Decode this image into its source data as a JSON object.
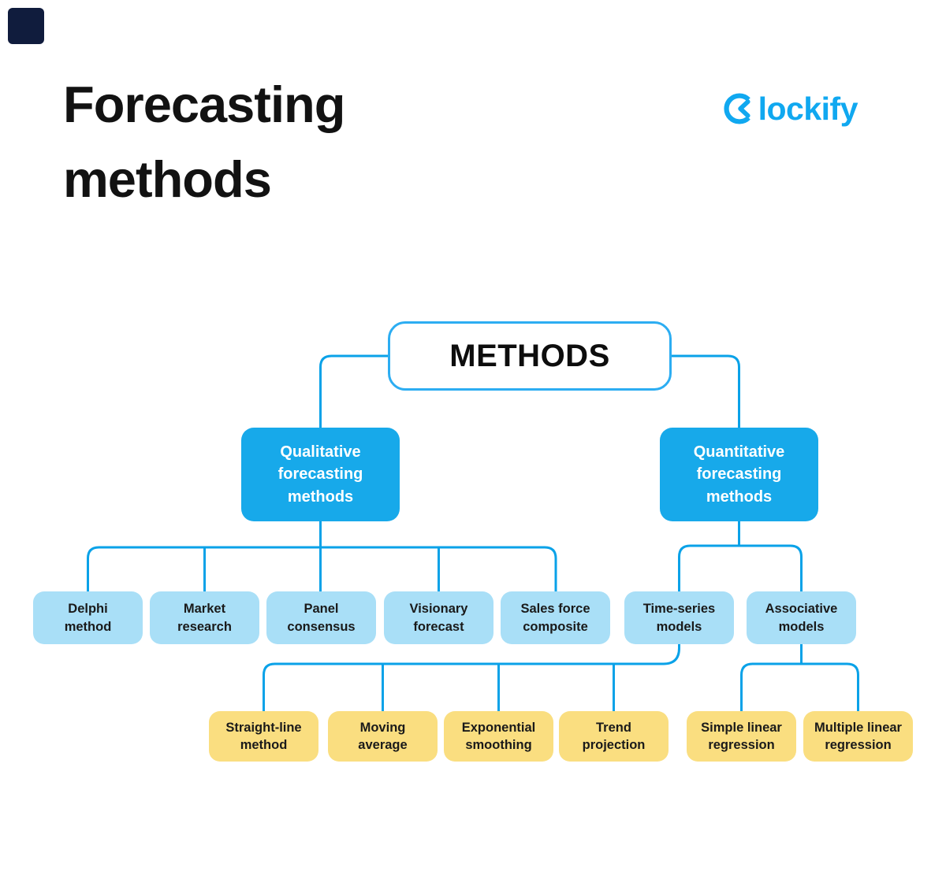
{
  "header": {
    "title": "Forecasting methods",
    "brand": "Clockify",
    "brand_wordmark_rest": "lockify"
  },
  "colors": {
    "accent": "#17a9ea",
    "line": "#0aa2e8",
    "root-border": "#2cadf2",
    "light-blue": "#a9dff7",
    "yellow": "#fade80",
    "brand-blue": "#10a8f0",
    "ink": "#121212",
    "corner": "#101c3d"
  },
  "tree": {
    "root": {
      "label": "METHODS"
    },
    "branches": [
      {
        "label": "Qualitative\nforecasting\nmethods",
        "children": [
          {
            "label": "Delphi\nmethod"
          },
          {
            "label": "Market\nresearch"
          },
          {
            "label": "Panel\nconsensus"
          },
          {
            "label": "Visionary\nforecast"
          },
          {
            "label": "Sales force\ncomposite"
          }
        ]
      },
      {
        "label": "Quantitative\nforecasting\nmethods",
        "children": [
          {
            "label": "Time-series\nmodels",
            "children": [
              {
                "label": "Straight-line\nmethod"
              },
              {
                "label": "Moving\naverage"
              },
              {
                "label": "Exponential\nsmoothing"
              },
              {
                "label": "Trend\nprojection"
              }
            ]
          },
          {
            "label": "Associative\nmodels",
            "children": [
              {
                "label": "Simple linear\nregression"
              },
              {
                "label": "Multiple linear\nregression"
              }
            ]
          }
        ]
      }
    ]
  }
}
